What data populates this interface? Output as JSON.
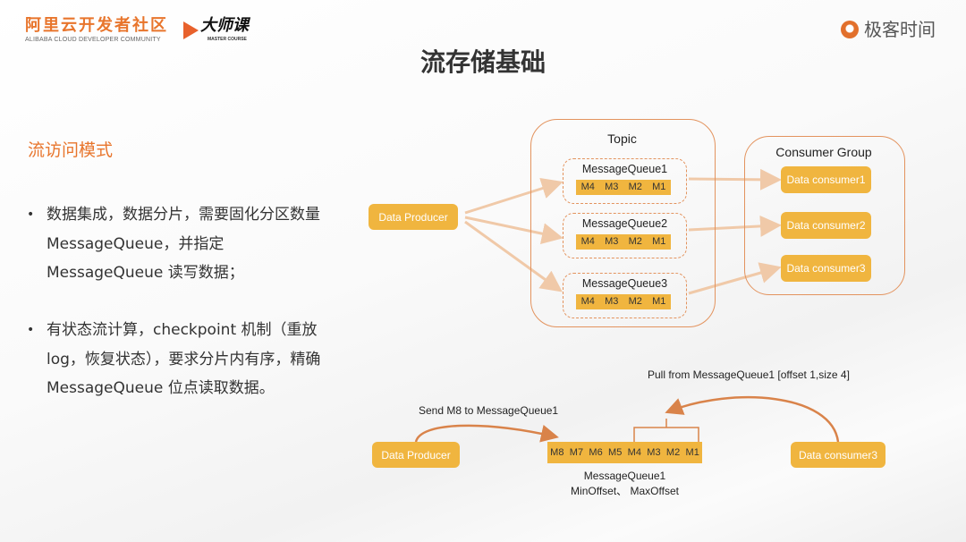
{
  "header": {
    "brand_cn": "阿里云开发者社区",
    "brand_en": "ALIBABA CLOUD DEVELOPER COMMUNITY",
    "course_cn": "大师课",
    "course_en": "MASTER COURSE",
    "partner": "极客时间"
  },
  "title": "流存储基础",
  "section": {
    "title": "流访问模式",
    "bullets": [
      "数据集成，数据分片，需要固化分区数量 MessageQueue，并指定 MessageQueue 读写数据；",
      "有状态流计算，checkpoint 机制（重放log，恢复状态），要求分片内有序，精确 MessageQueue 位点读取数据。"
    ],
    "bullet_symbol": "•"
  },
  "diagram_top": {
    "producer": "Data Producer",
    "topic_label": "Topic",
    "queues": [
      {
        "name": "MessageQueue1",
        "messages": [
          "M4",
          "M3",
          "M2",
          "M1"
        ]
      },
      {
        "name": "MessageQueue2",
        "messages": [
          "M4",
          "M3",
          "M2",
          "M1"
        ]
      },
      {
        "name": "MessageQueue3",
        "messages": [
          "M4",
          "M3",
          "M2",
          "M1"
        ]
      }
    ],
    "consumer_group_label": "Consumer Group",
    "consumers": [
      "Data consumer1",
      "Data consumer2",
      "Data consumer3"
    ]
  },
  "diagram_bottom": {
    "producer": "Data Producer",
    "send_label": "Send M8 to MessageQueue1",
    "pull_label": "Pull  from MessageQueue1 [offset 1,size 4]",
    "messages": [
      "M8",
      "M7",
      "M6",
      "M5",
      "M4",
      "M3",
      "M2",
      "M1"
    ],
    "queue_name": "MessageQueue1",
    "offset_label": "MinOffset、 MaxOffset",
    "consumer": "Data consumer3"
  },
  "colors": {
    "accent": "#e8752c",
    "box": "#f0b53f",
    "border": "#e3935e",
    "arrow": "#f0c9a8",
    "curve": "#d9834a"
  }
}
